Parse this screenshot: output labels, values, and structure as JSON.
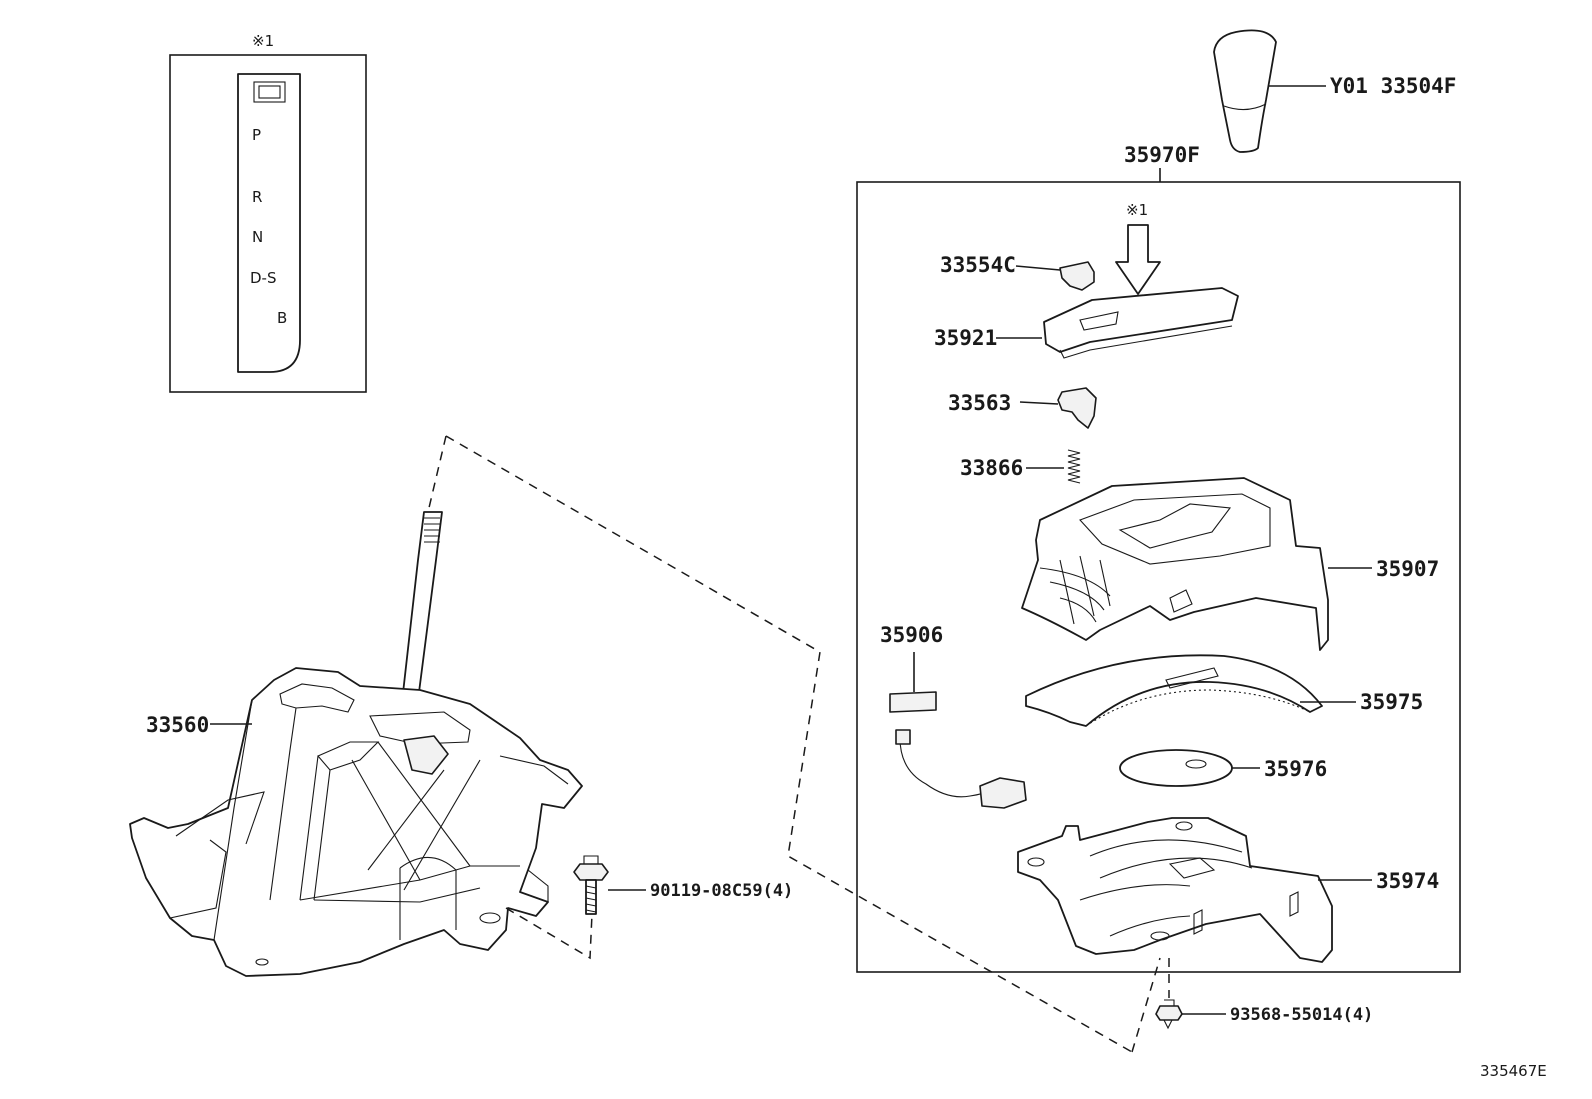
{
  "inset": {
    "ref_mark": "※1",
    "gear_positions": [
      "P",
      "R",
      "N",
      "D-S",
      "B"
    ]
  },
  "assembly": {
    "number": "35970F",
    "ref_mark": "※1"
  },
  "parts": [
    {
      "number": "Y01 33504F",
      "description": ""
    },
    {
      "number": "33554C"
    },
    {
      "number": "35921"
    },
    {
      "number": "33563"
    },
    {
      "number": "33866"
    },
    {
      "number": "35907"
    },
    {
      "number": "35906"
    },
    {
      "number": "35975"
    },
    {
      "number": "35976"
    },
    {
      "number": "35974"
    },
    {
      "number": "33560"
    },
    {
      "number": "90119-08C59(4)"
    },
    {
      "number": "93568-55014(4)"
    }
  ],
  "figure_id": "335467E"
}
